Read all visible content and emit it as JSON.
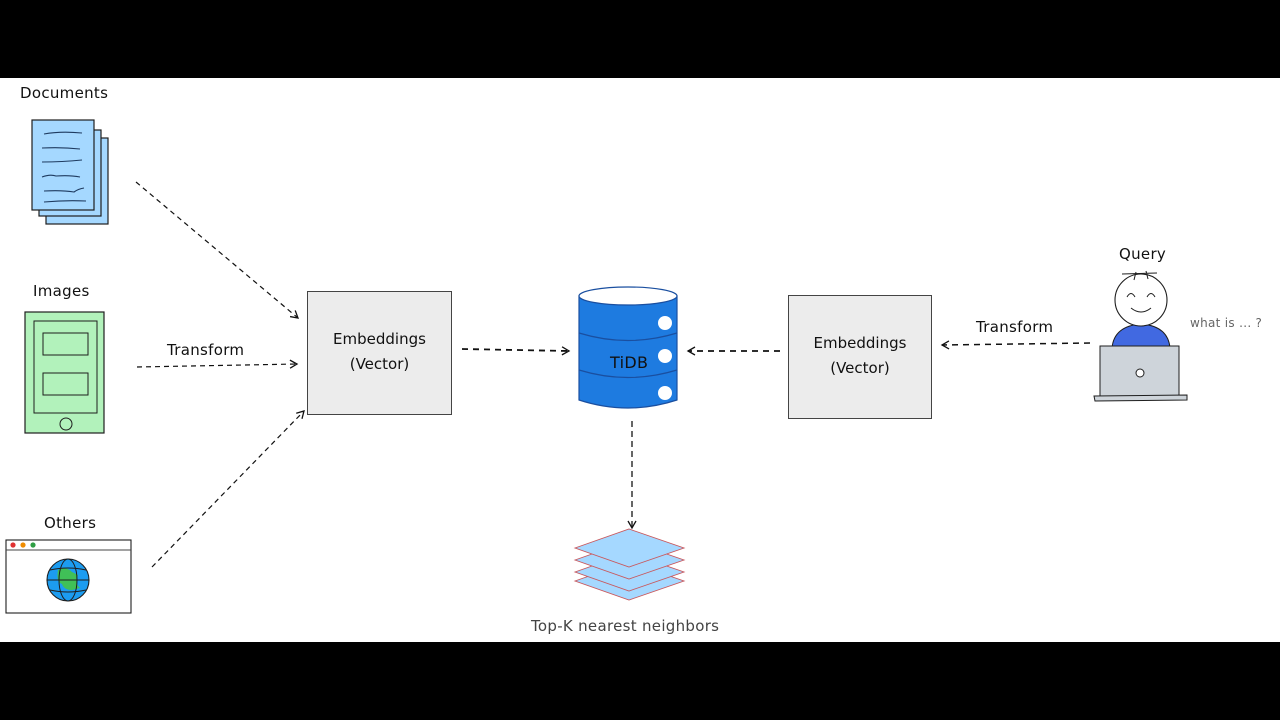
{
  "diagram": {
    "sources": {
      "documents": {
        "label": "Documents",
        "icon": "documents-icon"
      },
      "images": {
        "label": "Images",
        "icon": "tablet-image-icon"
      },
      "others": {
        "label": "Others",
        "icon": "browser-globe-icon"
      }
    },
    "left_transform_label": "Transform",
    "left_embeddings": {
      "line1": "Embeddings",
      "line2": "(Vector)"
    },
    "database": {
      "label": "TiDB",
      "icon": "database-icon",
      "color": "#1e7be0"
    },
    "right_embeddings": {
      "line1": "Embeddings",
      "line2": "(Vector)"
    },
    "right_transform_label": "Transform",
    "query": {
      "label": "Query",
      "speech": "what is ... ?",
      "icon": "user-laptop-icon"
    },
    "result": {
      "label": "Top-K nearest neighbors",
      "icon": "layers-icon"
    },
    "colors": {
      "document_fill": "#a5d8ff",
      "image_fill": "#b2f2bb",
      "box_fill": "#ececec",
      "user_shirt": "#4169e1",
      "layers_stroke": "#c9575c"
    }
  }
}
